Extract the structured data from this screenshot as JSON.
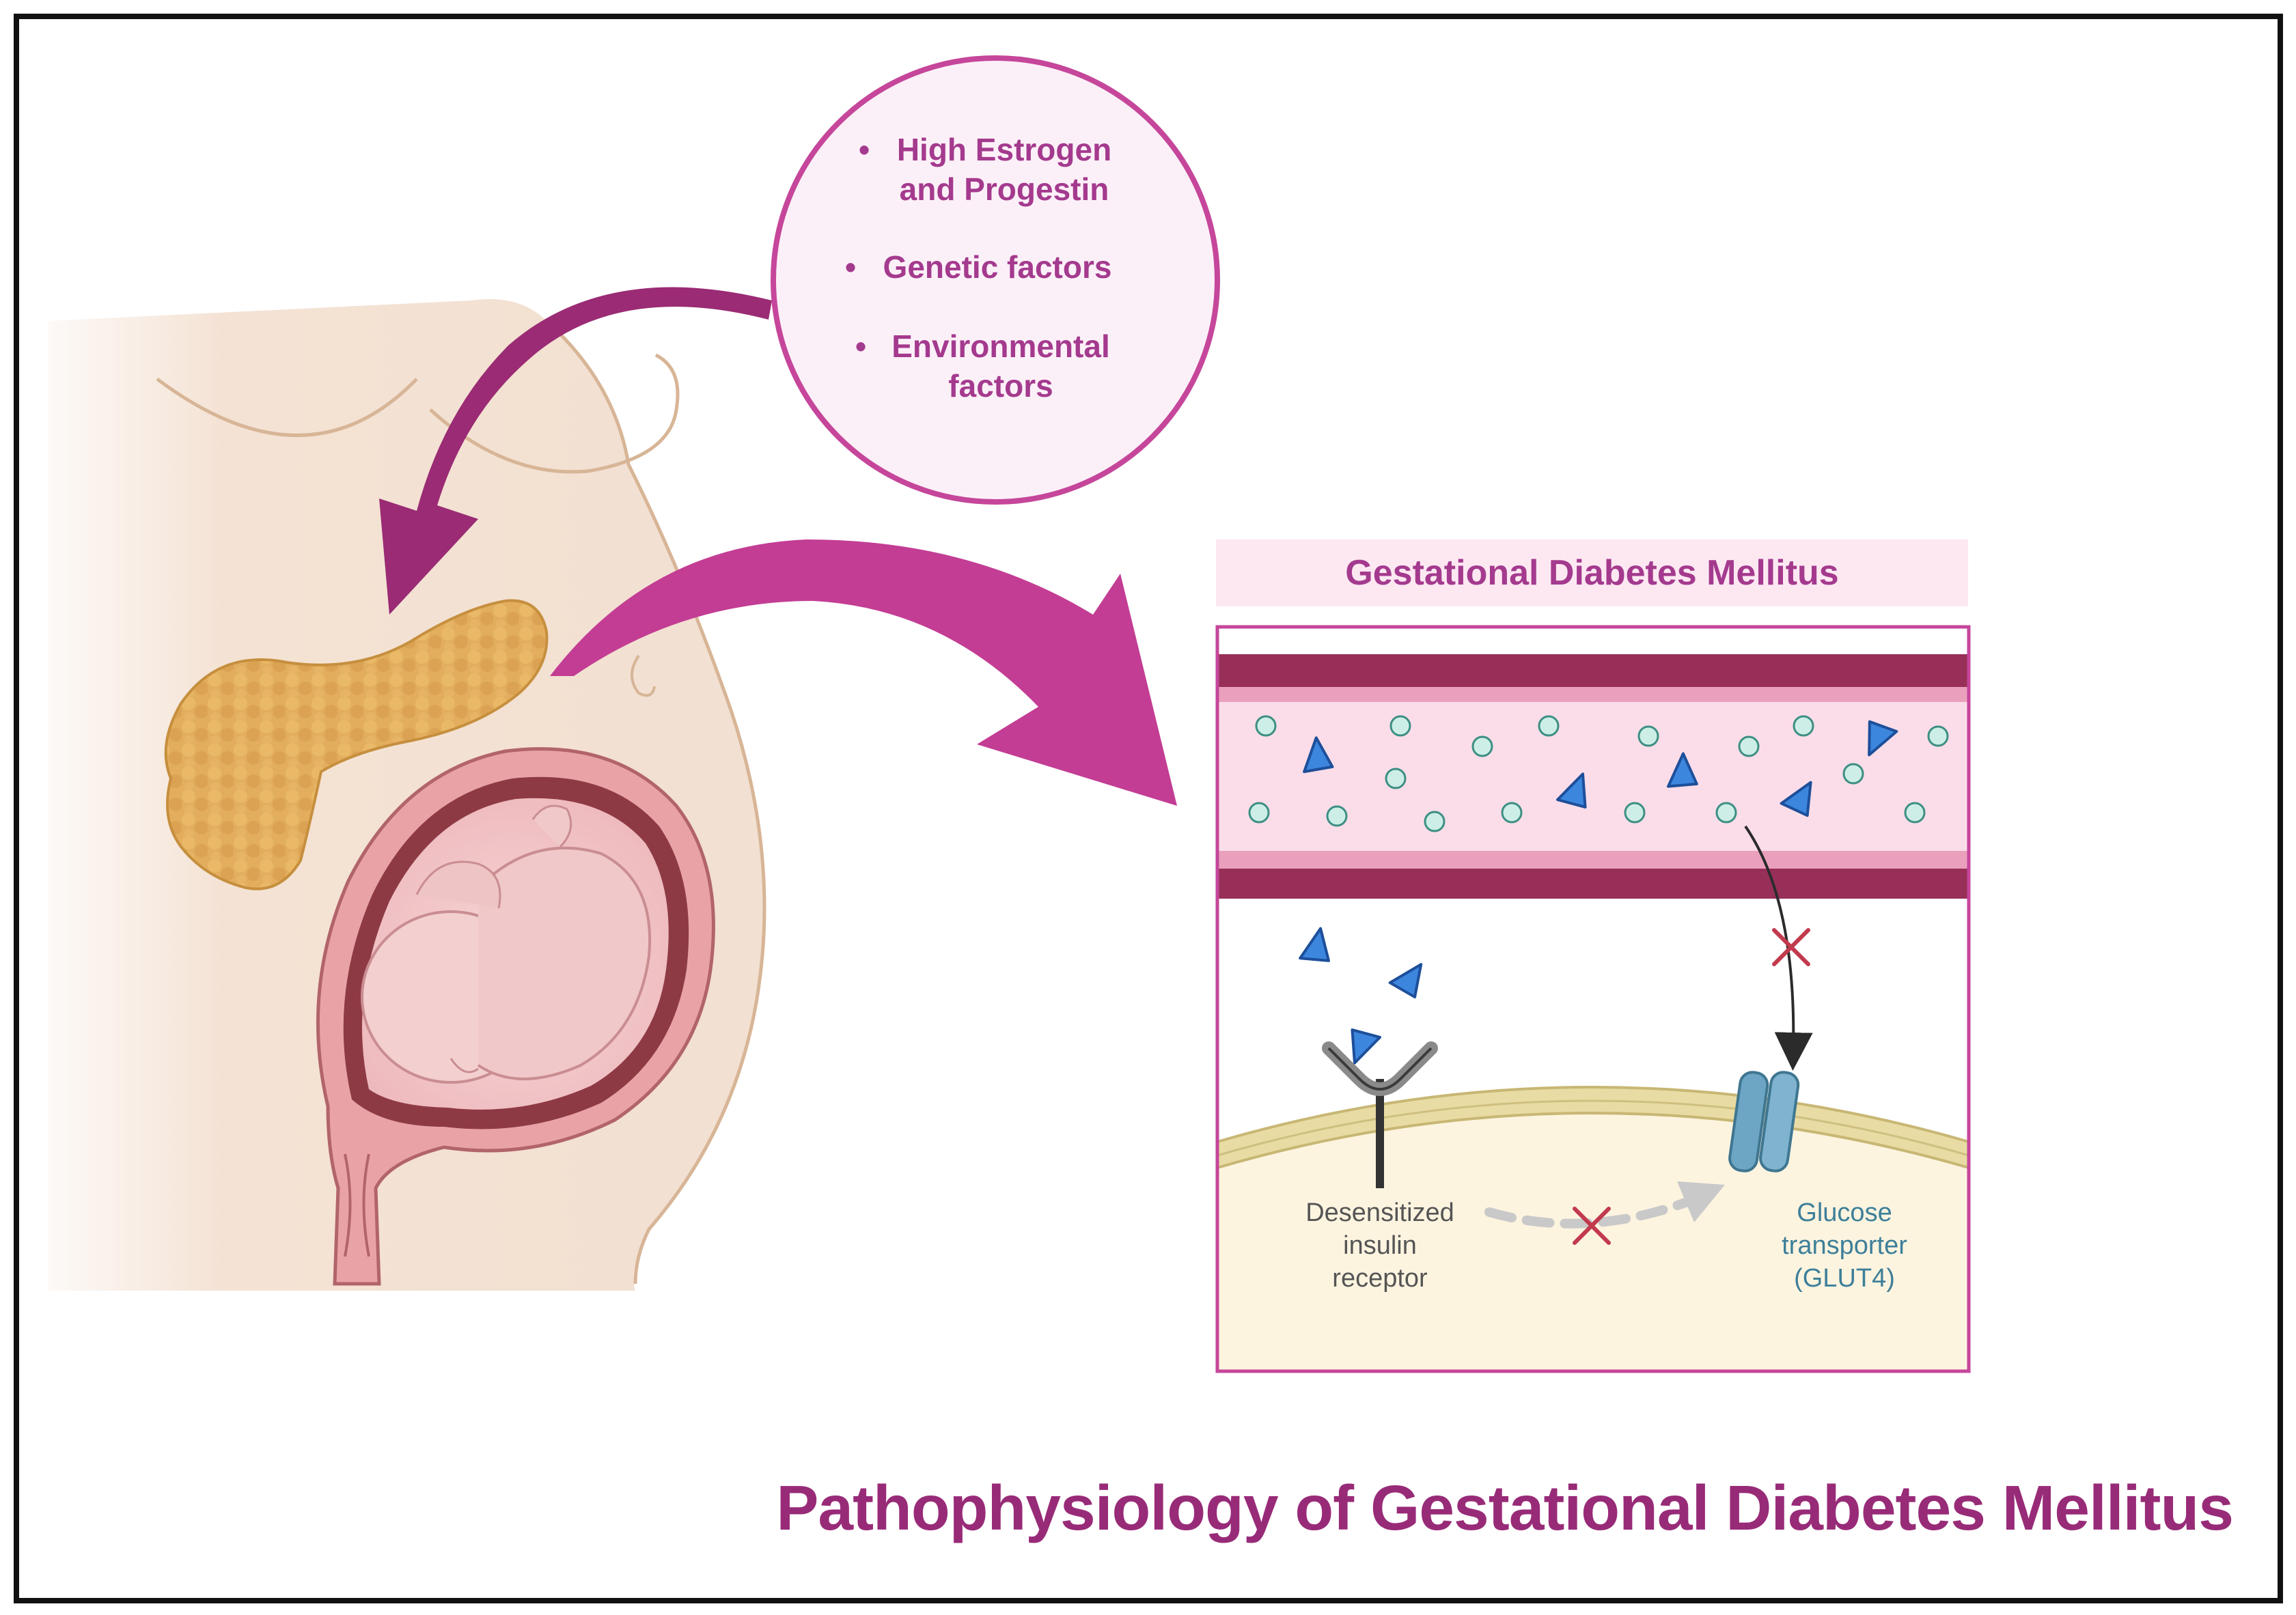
{
  "risk_factors": {
    "items": [
      {
        "line1": "High Estrogen",
        "line2": "and Progestin"
      },
      {
        "line1": "Genetic factors",
        "line2": ""
      },
      {
        "line1": "Environmental",
        "line2": "factors"
      }
    ],
    "bullet": "•"
  },
  "panel": {
    "title": "Gestational Diabetes Mellitus",
    "receptor_label": [
      "Desensitized",
      "insulin",
      "receptor"
    ],
    "transporter_label": [
      "Glucose",
      "transporter",
      "(GLUT4)"
    ]
  },
  "figure_title": "Pathophysiology of Gestational Diabetes Mellitus",
  "colors": {
    "frame": "#111111",
    "accent_text": "#a43a8e",
    "title_text": "#982b78",
    "arrow_dark": "#9a2b74",
    "arrow_bright": "#c33d94",
    "vessel_wall": "#982f58",
    "plasma": "#fbdde9",
    "cell_body": "#fdf4e0",
    "glucose": "#cdeee6",
    "insulin": "#3c86de",
    "glut4": "#6da5c4",
    "blocked": "#c23a4d",
    "transporter_text": "#3d7f99",
    "receptor_text": "#555555"
  },
  "icons": [
    "pancreas-icon",
    "pregnant-torso-icon",
    "uterus-fetus-icon",
    "insulin-receptor-icon",
    "glut4-transporter-icon",
    "blocked-x-icon",
    "glucose-molecule-icon",
    "insulin-molecule-icon"
  ]
}
